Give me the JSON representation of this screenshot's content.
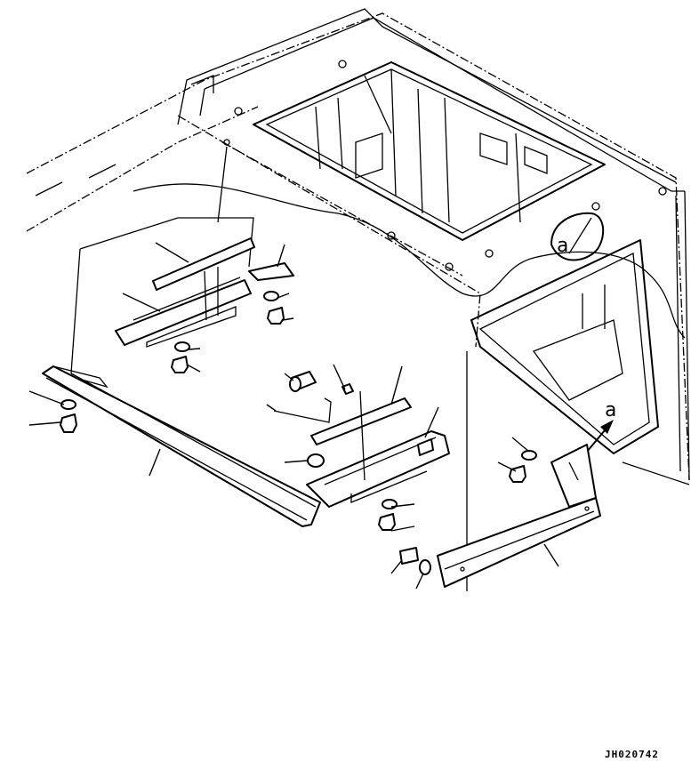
{
  "diagram": {
    "view_marker_label": "a",
    "arrow_label": "a",
    "drawing_code": "JH020742"
  }
}
